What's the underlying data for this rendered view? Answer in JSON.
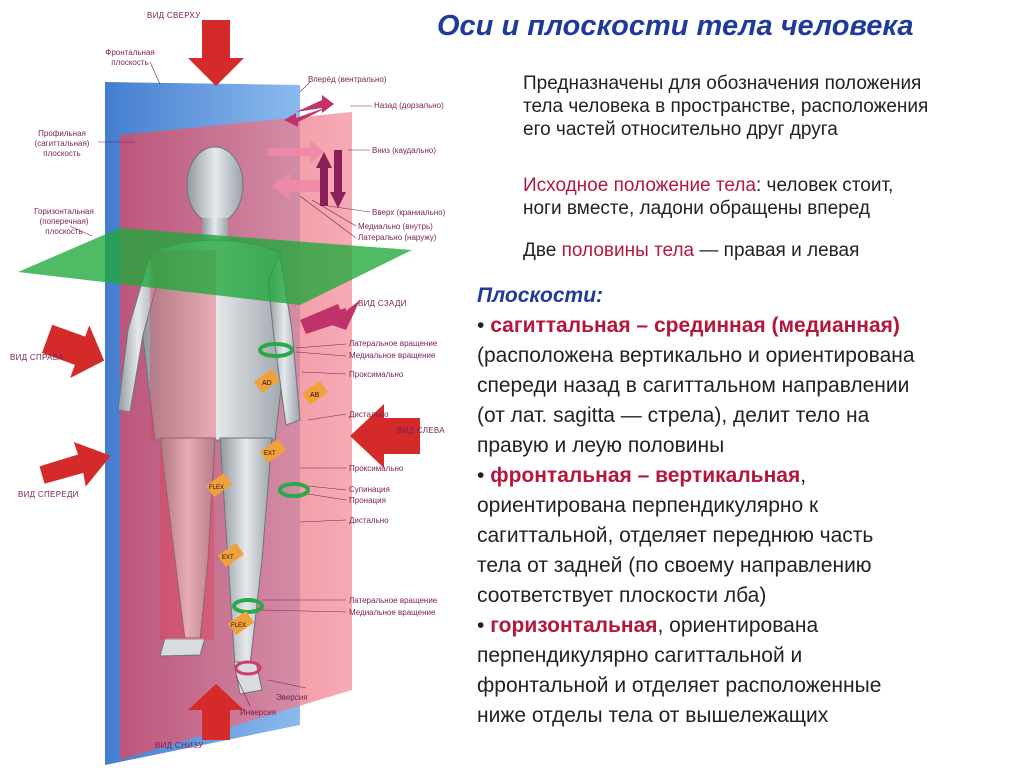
{
  "title": "Оси и  плоскости тела человека",
  "intro": {
    "line1": "Предназначены для обозначения положения",
    "line2": "тела человека в пространстве, расположения",
    "line3": "его частей относительно друг друга"
  },
  "initial_position": {
    "term": "Исходное положение тела",
    "rest1": ": человек стоит,",
    "line2": "ноги вместе, ладони обращены вперед"
  },
  "halves": {
    "prefix": "Две ",
    "term": "половины тела",
    "rest": " — правая и левая"
  },
  "planes": {
    "heading": "Плоскости:",
    "items": [
      {
        "bullet": "•",
        "term": "сагиттальная – срединная (медианная)",
        "lines": [
          "(расположена вертикально и ориентирована",
          "спереди назад в сагиттальном направлении",
          "(от лат. sagitta — стрела), делит тело на",
          "правую и леую половины"
        ]
      },
      {
        "bullet": "•",
        "term": "фронтальная – вертикальная",
        "after_term": ",",
        "lines": [
          "ориентирована перпендикулярно к",
          "сагиттальной, отделяет переднюю часть",
          "тела от задней (по своему направлению",
          "соответствует плоскости лба)"
        ]
      },
      {
        "bullet": "•",
        "term": "горизонтальная",
        "after_term": ", ориентирована",
        "lines": [
          "перпендикулярно сагиттальной и",
          "фронтальной и отделяет расположенные",
          "ниже отделы тела от вышележащих"
        ]
      }
    ]
  },
  "figure": {
    "views": {
      "top": "ВИД СВЕРХУ",
      "back": "ВИД СЗАДИ",
      "right": "ВИД  СПРАВА",
      "left": "ВИД СЛЕВА",
      "front": "ВИД СПЕРЕДИ",
      "bottom": "ВИД  СНИЗУ"
    },
    "planes": {
      "frontal": [
        "Фронтальная",
        "плоскость"
      ],
      "sagittal": [
        "Профильная",
        "(сагиттальная)",
        "плоскость"
      ],
      "horizontal": [
        "Горизонтальная",
        "(поперечная)",
        "плоскость"
      ]
    },
    "directions": {
      "ventral": "Вперёд (вентрально)",
      "dorsal": "Назад (дорзально)",
      "caudal": "Вниз (каудально)",
      "cranial": "Вверх (краниально)",
      "medial": "Медиально (внутрь)",
      "lateral": "Латерально (наружу)"
    },
    "motions": {
      "lat_rot_1": "Латеральное вращение",
      "med_rot_1": "Медиальное вращение",
      "proximal_1": "Проксимально",
      "distal_1": "Дистально",
      "proximal_2": "Проксимально",
      "supination": "Супинация",
      "pronation": "Пронация",
      "distal_2": "Дистально",
      "lat_rot_2": "Латеральное вращение",
      "med_rot_2": "Медиальное вращение",
      "eversion": "Эверсия",
      "inversion": "Инверсия"
    },
    "tags": {
      "ad": "AD",
      "ab": "AB",
      "ext": "EXT",
      "flex": "FLEX"
    },
    "colors": {
      "sagittal_plane": "#e8384f",
      "frontal_plane": "#3b7fd4",
      "horizontal_plane": "#1fa83a",
      "arrow": "#d42a2a",
      "body": "#c9ced3",
      "label": "#7a1f56",
      "title": "#1f3a9b",
      "term": "#b5173b"
    }
  }
}
